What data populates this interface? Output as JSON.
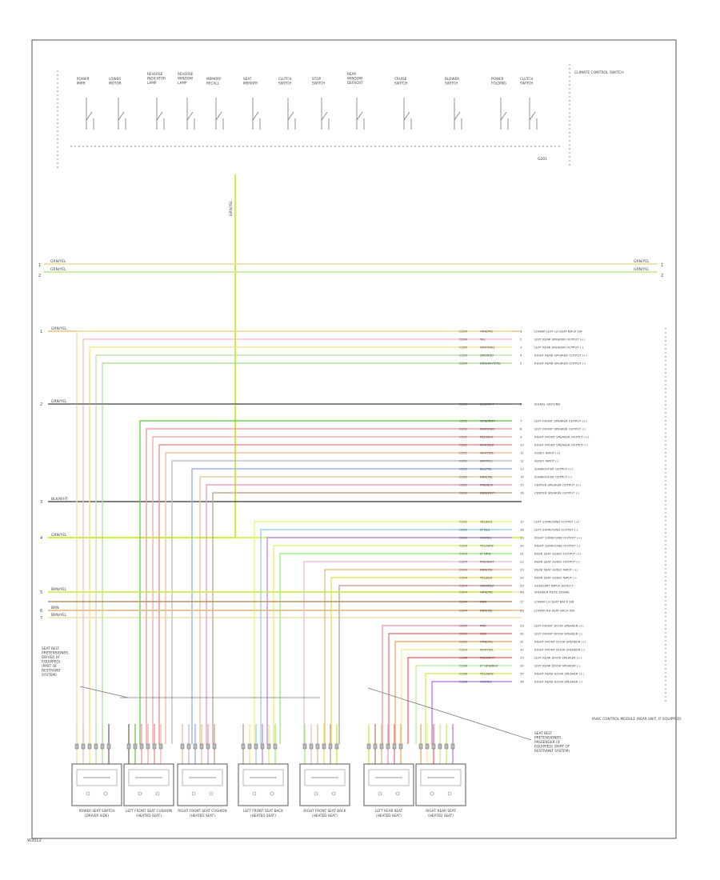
{
  "footer_id": "W2012",
  "ground_label": "G201",
  "control_module_caption": "CLIMATE CONTROL SWITCH",
  "right_module_caption": "HVAC CONTROL MODULE (REAR UNIT, IF EQUIPPED)",
  "switch_labels": [
    "POWER MIRR",
    "LOWER MOTOR",
    "REVERSE INDICATOR LAMP",
    "REVERSE WINDOW LAMP",
    "MEMORY RECALL",
    "SEAT MEMORY",
    "CLUTCH SWITCH",
    "STOP SWITCH",
    "REAR WINDOW DEFROST",
    "CRUISE SWITCH",
    "BLOWER SWITCH",
    "POWER FOLDING",
    "CLUTCH SWITCH"
  ],
  "wire_labels_left": [
    "GRN/YEL",
    "GRN/YEL",
    "BRN",
    "BRN/WHT",
    "BLK/WHT",
    "GRN/YEL",
    "BRN/YEL",
    "BRN",
    "BRN/YEL"
  ],
  "connector_pins": [
    "C200",
    "C200",
    "C200",
    "C200",
    "C200",
    "C200",
    "C201",
    "C201",
    "C201",
    "C201",
    "C201",
    "C201",
    "C202",
    "C202",
    "C202",
    "C202",
    "C202",
    "C202",
    "C203",
    "C203",
    "C203",
    "C203",
    "C203",
    "C204",
    "C204",
    "C204",
    "C204",
    "C204",
    "C205",
    "C205",
    "C205",
    "C205",
    "C206",
    "C206",
    "C206",
    "C206",
    "C206",
    "C207",
    "C207",
    "C207",
    "C207",
    "C207",
    "C208",
    "C208",
    "C208"
  ],
  "wire_codes_right": [
    "ORN/YEL",
    "YEL",
    "WHT/RED",
    "GRY/RED",
    "BRN/WHT/YEL",
    "BLK/WHT",
    "GRN/WHT",
    "WHT/RED",
    "RED/BLK",
    "WHT/BLK",
    "WHT/YEL",
    "GRY/YEL",
    "BLU/YEL",
    "BRN/YEL",
    "PNK/BLK",
    "BRN/WHT",
    "YEL/BLU",
    "LT BLU",
    "VIO/YEL",
    "YEL/GRN",
    "LT GRN",
    "PNK/WHT",
    "BRN/YEL",
    "YEL/BLK",
    "GRY/RED",
    "GRN/YEL",
    "BRN",
    "BRN/YEL",
    "PNK",
    "RED",
    "ORN/YEL",
    "WHT/YEL",
    "RED/WHT",
    "LT GRN/BLK",
    "YEL/GRN",
    "VIO/YEL"
  ],
  "right_descriptions": [
    "LOWER LEFT LH SEAT BACK SW",
    "LEFT REAR SPEAKER OUTPUT (+)",
    "LEFT REAR SPEAKER OUTPUT (-)",
    "RIGHT REAR SPEAKER OUTPUT (+)",
    "RIGHT REAR SPEAKER OUTPUT (-)",
    "SIGNAL GROUND",
    "LEFT FRONT SPEAKER OUTPUT (+)",
    "LEFT FRONT SPEAKER OUTPUT (-)",
    "RIGHT FRONT SPEAKER OUTPUT (+)",
    "RIGHT FRONT SPEAKER OUTPUT (-)",
    "AUDIO INPUT (+)",
    "AUDIO INPUT (-)",
    "SUBWOOFER OUTPUT (+)",
    "SUBWOOFER OUTPUT (-)",
    "CENTER SPEAKER OUTPUT (+)",
    "CENTER SPEAKER OUTPUT (-)",
    "LEFT SURROUND OUTPUT (+)",
    "LEFT SURROUND OUTPUT (-)",
    "RIGHT SURROUND OUTPUT (+)",
    "RIGHT SURROUND OUTPUT (-)",
    "REAR SEAT AUDIO OUTPUT (+)",
    "REAR SEAT AUDIO OUTPUT (-)",
    "REAR SEAT AUDIO INPUT (+)",
    "REAR SEAT AUDIO INPUT (-)",
    "AUXILIARY INPUT DETECT",
    "SPEAKER MUTE SIGNAL",
    "LOWER LH SEAT BACK SW",
    "LOWER RH SEAT BACK SW",
    "LEFT FRONT DOOR SPEAKER (+)",
    "LEFT FRONT DOOR SPEAKER (-)",
    "RIGHT FRONT DOOR SPEAKER (+)",
    "RIGHT FRONT DOOR SPEAKER (-)",
    "LEFT REAR DOOR SPEAKER (+)",
    "LEFT REAR DOOR SPEAKER (-)",
    "RIGHT REAR DOOR SPEAKER (+)",
    "RIGHT REAR DOOR SPEAKER (-)"
  ],
  "left_note": "SEAT BELT PRETENSIONER, DRIVER (IF EQUIPPED) (PART OF RESTRAINT SYSTEM)",
  "right_note": "SEAT BELT PRETENSIONER, PASSENGER (IF EQUIPPED) (PART OF RESTRAINT SYSTEM)",
  "modules": [
    {
      "name": "POWER SEAT SWITCH",
      "sub": "(DRIVER SIDE)"
    },
    {
      "name": "LEFT FRONT SEAT CUSHION",
      "sub": "(HEATED SEAT)"
    },
    {
      "name": "RIGHT FRONT SEAT CUSHION",
      "sub": "(HEATED SEAT)"
    },
    {
      "name": "LEFT FRONT SEAT BACK",
      "sub": "(HEATED SEAT)"
    },
    {
      "name": "RIGHT FRONT SEAT BACK",
      "sub": "(HEATED SEAT)"
    },
    {
      "name": "LEFT REAR SEAT",
      "sub": "(HEATED SEAT)"
    },
    {
      "name": "RIGHT REAR SEAT",
      "sub": "(HEATED SEAT)"
    }
  ],
  "colors": {
    "bus_1": "#f0e0b0",
    "bus_2": "#c8f0a0",
    "vertical_feed": "#c8f040",
    "frame": "#555555"
  }
}
